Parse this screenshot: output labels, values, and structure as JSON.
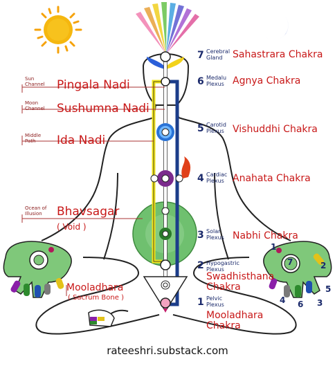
{
  "left_labels": [
    {
      "small": "Sun\nChannel",
      "name": "Pingala Nadi"
    },
    {
      "small": "Moon\nChannel",
      "name": "Sushumna Nadi"
    },
    {
      "small": "Middle\nPath",
      "name": "Ida Nadi"
    },
    {
      "small": "Ocean of\nIllusion",
      "name": "Bhavsagar",
      "sub": "( Void  )"
    }
  ],
  "mooladhara_left": {
    "name": "Mooladhara",
    "sub": "( Sacrum Bone )"
  },
  "chakras": [
    {
      "num": "7",
      "plexus": "Cerebral\nGland",
      "name": "Sahastrara Chakra"
    },
    {
      "num": "6",
      "plexus": "Medalu\nPlexus",
      "name": "Agnya Chakra"
    },
    {
      "num": "5",
      "plexus": "Carotid\nPlexus",
      "name": "Vishuddhi Chakra"
    },
    {
      "num": "4",
      "plexus": "Cardiac\nPlexus",
      "name": "Anahata Chakra"
    },
    {
      "num": "3",
      "plexus": "Solar\nPlexus",
      "name": "Nabhi Chakra"
    },
    {
      "num": "2",
      "plexus": "Hypogastric\nPlexus",
      "name": "Swadhisthana\nChakra"
    },
    {
      "num": "1",
      "plexus": "Pelvic\nPlexus",
      "name": "Mooladhara\nChakra"
    }
  ],
  "right_hand_numbers": [
    "1",
    "7",
    "2",
    "5",
    "3",
    "6",
    "4"
  ],
  "footer": "rateeshri.substack.com",
  "colors": {
    "label_red": "#c81818",
    "number_navy": "#1b2a6b",
    "pingala_yellow": "#f2e41a",
    "ida_blue": "#1c3d8a",
    "void_green": "#6fc06f"
  }
}
